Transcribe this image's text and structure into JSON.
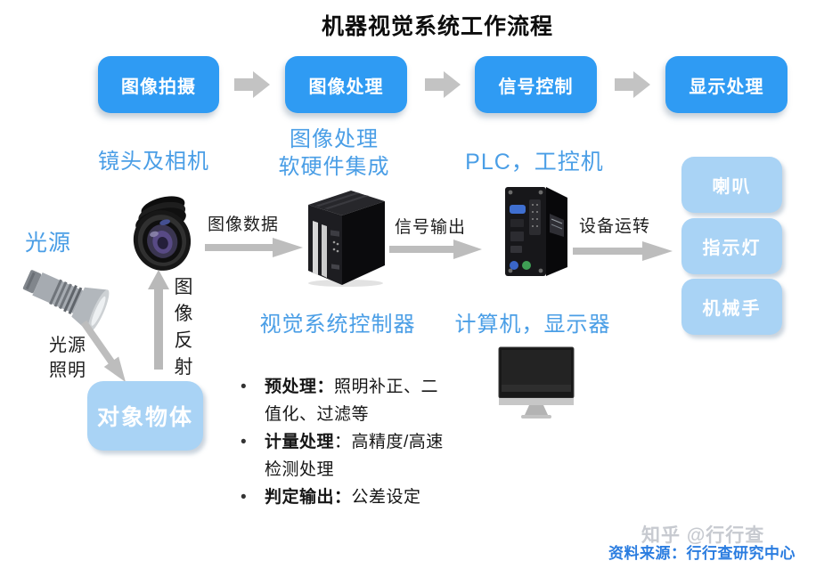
{
  "title": "机器视觉系统工作流程",
  "flow_steps": [
    "图像拍摄",
    "图像处理",
    "信号控制",
    "显示处理"
  ],
  "labels": {
    "lens_camera": "镜头及相机",
    "processing_line1": "图像处理",
    "processing_line2": "软硬件集成",
    "plc": "PLC，工控机",
    "light_source": "光源",
    "vision_controller": "视觉系统控制器",
    "computer_display": "计算机，显示器"
  },
  "arrows": {
    "image_data": "图像数据",
    "signal_output": "信号输出",
    "device_operation": "设备运转",
    "light_line1": "光源",
    "light_line2": "照明",
    "reflection_chars": [
      "图",
      "像",
      "反",
      "射"
    ]
  },
  "object_box_label": "对象物体",
  "output_boxes": [
    "喇叭",
    "指示灯",
    "机械手"
  ],
  "bullets": [
    {
      "bold": "预处理：",
      "text": "照明补正、二值化、过滤等"
    },
    {
      "bold": "计量处理",
      "text": "：高精度/高速检测处理"
    },
    {
      "bold": "判定输出：",
      "text": "公差设定"
    }
  ],
  "footer": {
    "watermark": "知乎 @行行查",
    "source": "资料来源：行行查研究中心"
  },
  "colors": {
    "primary_blue": "#2f9bf3",
    "light_blue": "#a9d3f5",
    "label_blue": "#4a9ee6",
    "arrow_gray": "#c0c0c0",
    "source_blue": "#2b7de0"
  }
}
